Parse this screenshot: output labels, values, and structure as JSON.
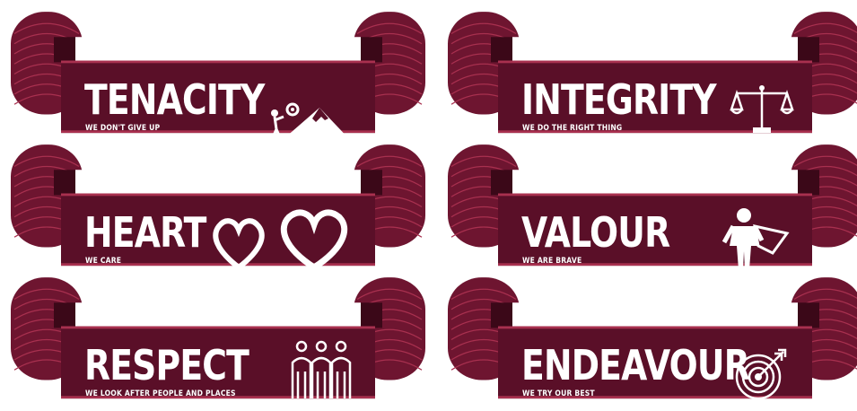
{
  "colors": {
    "ribbon": "#6e1530",
    "ribbon_dark": "#4f0c22",
    "stripe": "#a8304f",
    "text": "#ffffff"
  },
  "values": [
    {
      "title": "TENACITY",
      "subtitle": "WE DON'T GIVE UP",
      "icon": "climber-mountain-icon"
    },
    {
      "title": "HEART",
      "subtitle": "WE CARE",
      "icon": "hearts-icon"
    },
    {
      "title": "RESPECT",
      "subtitle": "WE LOOK AFTER PEOPLE AND PLACES",
      "icon": "people-group-icon"
    },
    {
      "title": "INTEGRITY",
      "subtitle": "WE DO THE RIGHT THING",
      "icon": "scales-icon"
    },
    {
      "title": "VALOUR",
      "subtitle": "WE ARE BRAVE",
      "icon": "superhero-icon"
    },
    {
      "title": "ENDEAVOUR",
      "subtitle": "WE TRY OUR BEST",
      "icon": "target-icon"
    }
  ]
}
